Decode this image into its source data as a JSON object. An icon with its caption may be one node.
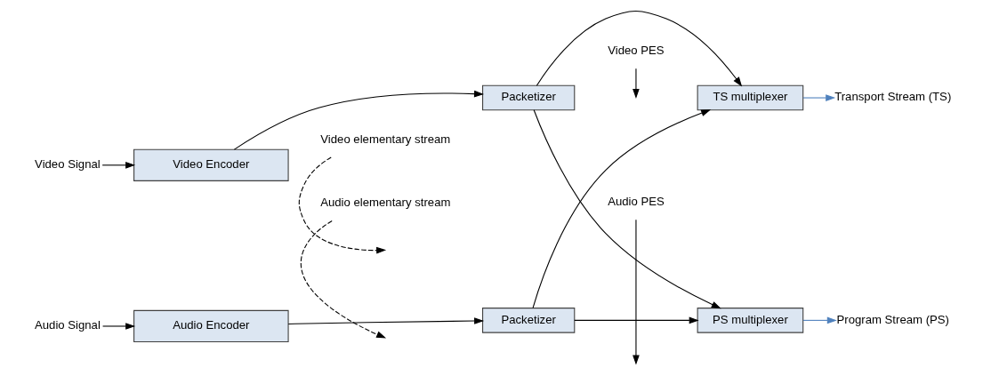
{
  "diagram": {
    "nodes": [
      {
        "text": [
          "Video Signal"
        ]
      },
      {
        "text": [
          "Audio Signal"
        ]
      },
      {
        "text": [
          "Video Encoder"
        ]
      },
      {
        "text": [
          "Audio Encoder"
        ]
      },
      {
        "text": [
          "Packetizer"
        ]
      },
      {
        "text": [
          "Packetizer"
        ]
      },
      {
        "text": [
          "TS multiplexer"
        ]
      },
      {
        "text": [
          "PS multiplexer"
        ]
      },
      {
        "text": [
          "Transport Stream (TS)"
        ]
      },
      {
        "text": [
          "Program Stream (PS)"
        ]
      },
      {
        "text": [
          "Video elementary stream"
        ]
      },
      {
        "text": [
          "Audio elementary stream"
        ]
      },
      {
        "text": [
          "Video PES"
        ]
      },
      {
        "text": [
          "Audio PES"
        ]
      }
    ],
    "edges": [
      {
        "from": 0,
        "to": 2,
        "arrow": "to"
      },
      {
        "from": 1,
        "to": 3,
        "arrow": "to"
      },
      {
        "from": 2,
        "to": 4,
        "arrow": "to"
      },
      {
        "from": 3,
        "to": 5,
        "arrow": "to"
      },
      {
        "from": 4,
        "to": 6,
        "arrow": "to"
      },
      {
        "from": 4,
        "to": 7,
        "arrow": "to"
      },
      {
        "from": 5,
        "to": 6,
        "arrow": "to"
      },
      {
        "from": 5,
        "to": 7,
        "arrow": "to"
      },
      {
        "from": 6,
        "to": 8,
        "arrow": "to",
        "color": "#4f81bd"
      },
      {
        "from": 7,
        "to": 9,
        "arrow": "to",
        "color": "#4f81bd"
      },
      {
        "from": 10,
        "to": null,
        "arrow": "to",
        "style": "dashed"
      },
      {
        "from": 11,
        "to": null,
        "arrow": "to",
        "style": "dashed"
      },
      {
        "from": 12,
        "to": null,
        "arrow": "to"
      },
      {
        "from": 13,
        "to": null,
        "arrow": "to"
      }
    ]
  }
}
